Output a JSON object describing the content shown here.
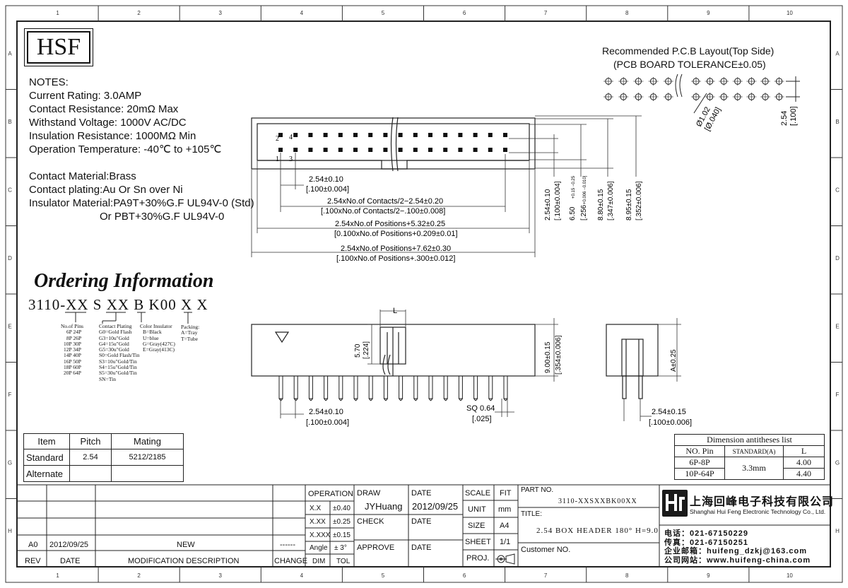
{
  "border": {
    "col_numbers": [
      "1",
      "2",
      "3",
      "4",
      "5",
      "6",
      "7",
      "8",
      "9",
      "10"
    ],
    "row_letters": [
      "A",
      "B",
      "C",
      "D",
      "E",
      "F",
      "G",
      "H"
    ]
  },
  "logo_text": "HSF",
  "notes": {
    "heading": "NOTES:",
    "lines": [
      "Current Rating: 3.0AMP",
      "Contact Resistance: 20mΩ Max",
      "Withstand Voltage: 1000V AC/DC",
      "Insulation Resistance: 1000MΩ Min",
      "Operation Temperature: -40℃ to +105℃"
    ],
    "material": [
      "Contact Material:Brass",
      "Contact plating:Au Or Sn over Ni",
      "Insulator Material:PA9T+30%G.F UL94V-0 (Std)",
      "Or PBT+30%G.F UL94V-0"
    ]
  },
  "pcb": {
    "title": "Recommended P.C.B Layout(Top Side)",
    "tolerance": "(PCB BOARD TOLERANCE±0.05)",
    "hole_dim": "Ø1.02",
    "hole_dim_in": "[Ø.040]",
    "pitch_dim": "2.54",
    "pitch_dim_in": "[.100]"
  },
  "top_view": {
    "pin_labels": [
      "2",
      "4",
      "1",
      "3"
    ],
    "dims": [
      {
        "mm": "2.54±0.10",
        "in": "[.100±0.004]"
      },
      {
        "mm": "2.54xNo.of Contacts/2−2.54±0.20",
        "in": "[.100xNo.of Contacts/2−.100±0.008]"
      },
      {
        "mm": "2.54xNo.of Positions+5.32±0.25",
        "in": "[0.100xNo.of Positions+0.209±0.01]"
      },
      {
        "mm": "2.54xNo.of Positions+7.62±0.30",
        "in": "[.100xNo.of Positions+.300±0.012]"
      }
    ],
    "vdims": [
      {
        "mm": "2.54±0.10",
        "in": "[.100±0.004]"
      },
      {
        "mm": "6.50",
        "tol": "+0.15 −0.25",
        "in": "[.256",
        "tol_in": "+0.006 −0.010]"
      },
      {
        "mm": "8.80±0.15",
        "in": "[.347±0.006]"
      },
      {
        "mm": "8.95±0.15",
        "in": "[.352±0.006]"
      }
    ]
  },
  "ordering": {
    "title": "Ordering Information",
    "code": "3110-XX S XX B K00 X X",
    "pins_title": "No.of Pins",
    "pins": [
      "6P   24P",
      "8P   26P",
      "10P   30P",
      "12P   34P",
      "14P   40P",
      "16P   50P",
      "18P   60P",
      "20P   64P"
    ],
    "plating_title": "Contact Plating",
    "plating": [
      "G0=Gold Flash",
      "G3=10u\"Gold",
      "G4=15u\"Gold",
      "G5=30u\"Gold",
      "S0=Gold Flash/Tin",
      "S3=10u\"Gold/Tin",
      "S4=15u\"Gold/Tin",
      "S5=30u\"Gold/Tin",
      "SN=Tin"
    ],
    "color_title": "Color Insulator",
    "colors": [
      "B=Black",
      "U=blue",
      "G=Gray(427C)",
      "E=Gray(413C)"
    ],
    "packing_title": "Packing:",
    "packing": [
      "A=Tray",
      "T=Tube"
    ]
  },
  "front_view": {
    "dim_L": "L",
    "dim_h": "5.70",
    "dim_h_in": "[.224]",
    "dim_total": "9.00±0.15",
    "dim_total_in": "[.354±0.006]",
    "dim_pitch": "2.54±0.10",
    "dim_pitch_in": "[.100±0.004]",
    "dim_sq": "SQ 0.64",
    "dim_sq_in": "[.025]"
  },
  "side_view": {
    "dim_A": "A±0.25",
    "dim_pitch": "2.54±0.15",
    "dim_pitch_in": "[.100±0.006]"
  },
  "item_table": {
    "headers": [
      "Item",
      "Pitch",
      "Mating"
    ],
    "rows": [
      [
        "Standard",
        "2.54",
        "5212/2185"
      ],
      [
        "Alternate",
        "",
        ""
      ]
    ]
  },
  "dim_list": {
    "title": "Dimension antitheses list",
    "headers": [
      "NO. Pin",
      "STANDARD(A)",
      "L"
    ],
    "rows": [
      [
        "6P-8P",
        "3.3mm",
        "4.00"
      ],
      [
        "10P-64P",
        "",
        "4.40"
      ]
    ]
  },
  "title_block": {
    "rev_headers": [
      "REV",
      "DATE",
      "MODIFICATION DESCRIPTION",
      "CHANGE"
    ],
    "rev_row": [
      "A0",
      "2012/09/25",
      "NEW",
      "------"
    ],
    "operation": "OPERATION",
    "tol_rows": [
      [
        "X.X",
        "±0.40"
      ],
      [
        "X.XX",
        "±0.25"
      ],
      [
        "X.XXX",
        "±0.15"
      ],
      [
        "Angle",
        "± 3°"
      ]
    ],
    "dim_tol": [
      "DIM",
      "TOL"
    ],
    "draw": "DRAW",
    "draw_name": "JYHuang",
    "check": "CHECK",
    "approve": "APPROVE",
    "date_label": "DATE",
    "date_value": "2012/09/25",
    "scale": "SCALE",
    "fit": "FIT",
    "unit": "UNIT",
    "unit_value": "mm",
    "size": "SIZE",
    "size_value": "A4",
    "sheet": "SHEET",
    "sheet_value": "1/1",
    "proj": "PROJ.",
    "part_no_label": "PART NO.",
    "part_no": "3110-XXSXXBK00XX",
    "title_label": "TITLE:",
    "title": "2.54 BOX HEADER 180° H=9.0",
    "customer_no": "Customer NO.",
    "company_cn": "上海回峰电子科技有限公司",
    "company_en": "Shanghai Hui Feng Electronic Technology Co., Ltd.",
    "phone": "电话：021-67150229",
    "fax": "传真：021-67150251",
    "email": "企业邮箱：huifeng_dzkj@163.com",
    "web": "公司网站：www.huifeng-china.com"
  }
}
